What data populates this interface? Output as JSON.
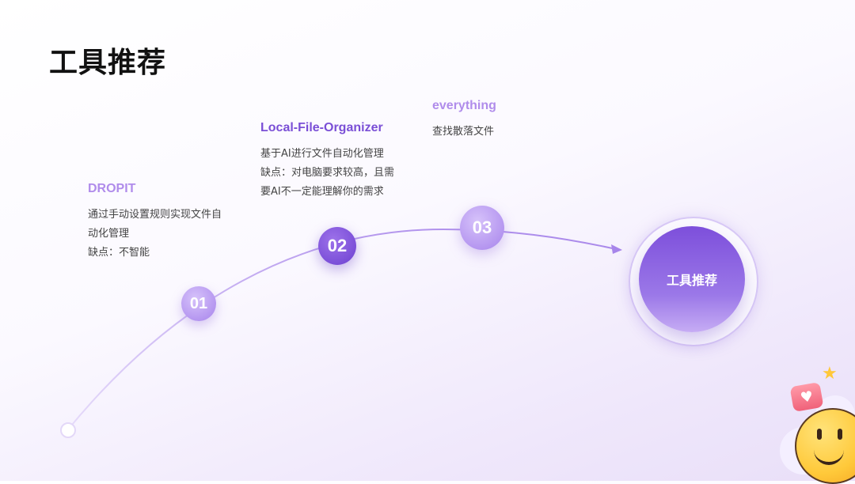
{
  "title": "工具推荐",
  "steps": [
    {
      "number": "01",
      "name": "DROPIT",
      "lines": [
        "通过手动设置规则实现文件自",
        "动化管理",
        "缺点：不智能"
      ]
    },
    {
      "number": "02",
      "name": "Local-File-Organizer",
      "lines": [
        "基于AI进行文件自动化管理",
        "缺点：对电脑要求较高，且需",
        "要AI不一定能理解你的需求"
      ]
    },
    {
      "number": "03",
      "name": "everything",
      "lines": [
        "查找散落文件"
      ]
    }
  ],
  "hub": {
    "label": "工具推荐"
  },
  "icons": {
    "heart": "heart-icon",
    "star": "star-icon",
    "smiley": "smiley-icon"
  },
  "colors": {
    "accent_dark": "#7a4fd6",
    "accent_light": "#b08ceb",
    "curve": "#c9b2f2"
  }
}
